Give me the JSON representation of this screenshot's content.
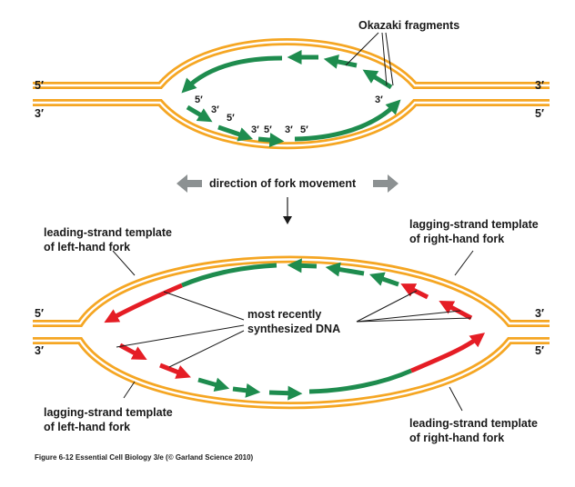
{
  "colors": {
    "template": "#f5a623",
    "okazaki": "#1e8c4e",
    "recent": "#e51d25",
    "arrow_gray": "#8c9192",
    "text": "#1a1a1a"
  },
  "top": {
    "title": "Okazaki fragments",
    "end_top_left": "5′",
    "end_bottom_left": "3′",
    "end_top_right": "3′",
    "end_bottom_right": "5′",
    "frag_labels": [
      "5′",
      "3′",
      "5′",
      "3′",
      "5′",
      "3′",
      "5′",
      "3′"
    ]
  },
  "direction": {
    "label": "direction of fork movement",
    "left_arrow_icon": "arrow-left-icon",
    "right_arrow_icon": "arrow-right-icon",
    "down_arrow_icon": "arrow-down-icon"
  },
  "bottom": {
    "end_top_left": "5′",
    "end_bottom_left": "3′",
    "end_top_right": "3′",
    "end_bottom_right": "5′",
    "leading_left": {
      "line1": "leading-strand template",
      "line2": "of left-hand fork"
    },
    "lagging_right": {
      "line1": "lagging-strand template",
      "line2": "of right-hand fork"
    },
    "lagging_left": {
      "line1": "lagging-strand template",
      "line2": "of left-hand fork"
    },
    "leading_right": {
      "line1": "leading-strand template",
      "line2": "of right-hand fork"
    },
    "center": {
      "line1": "most recently",
      "line2": "synthesized DNA"
    }
  },
  "caption": "Figure 6-12  Essential Cell Biology 3/e (© Garland Science 2010)"
}
